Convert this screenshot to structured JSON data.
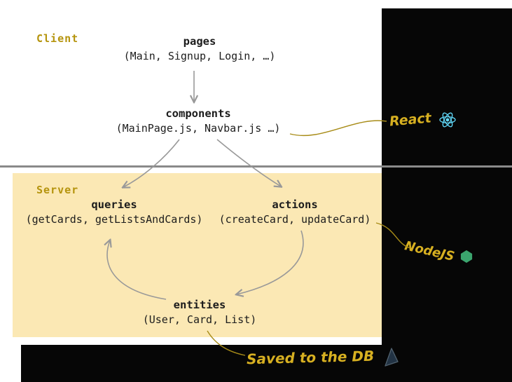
{
  "client": {
    "label": "Client",
    "pages_title": "pages",
    "pages_subtitle": "(Main, Signup, Login, …)",
    "components_title": "components",
    "components_subtitle": "(MainPage.js, Navbar.js …)"
  },
  "server": {
    "label": "Server",
    "queries_title": "queries",
    "queries_subtitle": "(getCards, getListsAndCards)",
    "actions_title": "actions",
    "actions_subtitle": "(createCard, updateCard)",
    "entities_title": "entities",
    "entities_subtitle": "(User, Card, List)"
  },
  "annotations": {
    "react_label": "React",
    "node_label": "NodeJS",
    "db_label": "Saved to the DB"
  },
  "icons": {
    "react": "react-atom-icon",
    "node": "nodejs-hexagon-icon",
    "db": "prisma-triangle-icon"
  },
  "colors": {
    "zone_label_olive": "#b5940d",
    "server_box_bg": "#fbe8b4",
    "handwriting_yellow": "#d7b021",
    "leader_line_yellow": "#a88c18",
    "arrow_gray": "#999999",
    "divider_gray": "#8a8a8a",
    "react_cyan": "#61dafb",
    "node_green": "#3ba56e",
    "prisma_dark": "#223344",
    "canvas_black": "#060606",
    "paper_white": "#ffffff"
  }
}
